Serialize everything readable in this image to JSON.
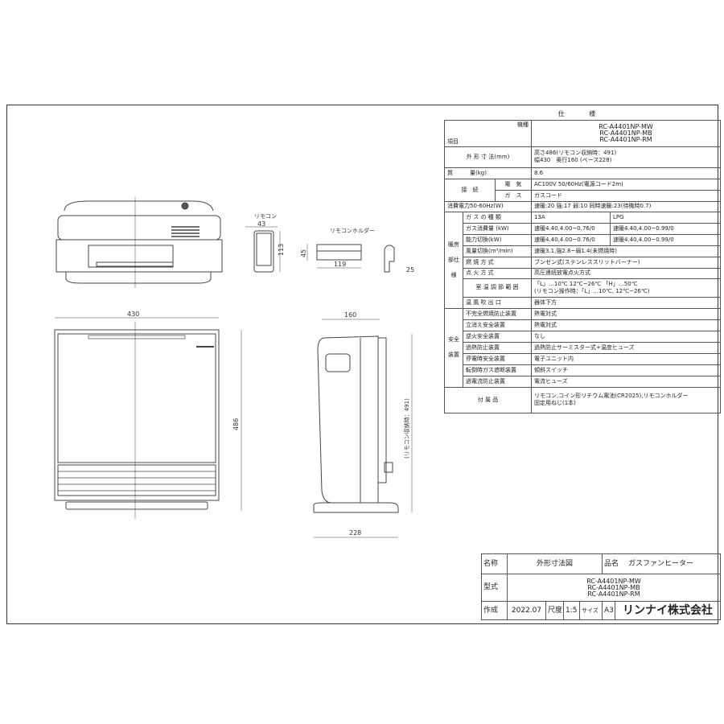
{
  "spec": {
    "title": "仕 様",
    "header": {
      "model_label": "機種",
      "item_label": "項目",
      "models": [
        "RC-A4401NP-MW",
        "RC-A4401NP-MB",
        "RC-A4401NP-RM"
      ]
    },
    "dims": {
      "label": "外 形 寸 法(mm)",
      "value1": "高さ486(リモコン収納時：491)",
      "value2": "幅430　奥行160 (ベース228)"
    },
    "mass": {
      "label": "質　　　量(kg)",
      "value": "8.6"
    },
    "connection": {
      "label": "接　続",
      "elec_label": "電　気",
      "elec_value": "AC100V 50/60Hz(電源コード2m)",
      "gas_label": "ガ　ス",
      "gas_value": "ガスコード"
    },
    "power": {
      "label": "消費電力50-60Hz(W)",
      "value": "速暖:20 強:17 弱:10 同時速暖:23(待機時0.7)"
    },
    "heating": {
      "group": "暖房部仕様",
      "rows": [
        {
          "label": "ガ ス の 種 類",
          "v13a": "13A",
          "vlpg": "LPG"
        },
        {
          "label": "ガス消費量 (kW)",
          "v13a": "速暖4.40,4.00~0.76/0",
          "vlpg": "速暖4.40,4.00~0.99/0"
        },
        {
          "label": "能力切換(kW)",
          "v13a": "速暖4.40,4.00~0.76/0",
          "vlpg": "速暖4.40,4.00~0.99/0"
        },
        {
          "label": "風量切換(m³/min)",
          "value": "速暖3.1,強2.8~弱1.4(未燃焼時)"
        },
        {
          "label": "燃 焼 方 式",
          "value": "ブンゼン式(ステンレススリットバーナー)"
        },
        {
          "label": "点 火 方 式",
          "value": "高圧連続放電点火方式"
        },
        {
          "label": "室 温 調 節 範 囲",
          "value": "「L」…10℃ 12℃~26℃ 「H」…50℃",
          "value2": "(リモコン操作時：「L」…10℃, 12℃~26℃)"
        },
        {
          "label": "温 風 吹 出 口",
          "value": "器体下方"
        }
      ]
    },
    "safety": {
      "group": "安全装置",
      "rows": [
        {
          "label": "不完全燃焼防止装置",
          "value": "熱電対式"
        },
        {
          "label": "立消え安全装置",
          "value": "熱電対式"
        },
        {
          "label": "逆火安全装置",
          "value": "なし"
        },
        {
          "label": "過熱防止装置",
          "value": "過熱防止サーミスター式+温度ヒューズ"
        },
        {
          "label": "停電時安全装置",
          "value": "電子ユニット内"
        },
        {
          "label": "転倒時ガス遮断装置",
          "value": "傾斜スイッチ"
        },
        {
          "label": "過電流防止装置",
          "value": "電流ヒューズ"
        }
      ]
    },
    "accessories": {
      "label": "付 属 品",
      "value1": "リモコン,コイン形リチウム電池(CR2025),リモコンホルダー",
      "value2": "固定用ねじ(1本)"
    }
  },
  "drawing": {
    "remote_label": "リモコン",
    "holder_label": "リモコンホルダー",
    "dims": {
      "remote_w": "43",
      "remote_h": "113",
      "holder_h": "45",
      "holder_w": "119",
      "holder_d": "25",
      "width": "430",
      "height": "486",
      "depth": "160",
      "base": "228",
      "stored": "(リモコン収納時：491)"
    }
  },
  "title_block": {
    "name_label": "名称",
    "name": "外形寸法図",
    "product_label": "品名",
    "product": "ガスファンヒーター",
    "model_label": "型式",
    "models": [
      "RC-A4401NP-MW",
      "RC-A4401NP-MB",
      "RC-A4401NP-RM"
    ],
    "created_label": "作成",
    "date": "2022.07",
    "scale_label": "尺度",
    "scale": "1:5",
    "size_label": "サイズ",
    "size": "A3",
    "company": "リンナイ株式会社"
  }
}
